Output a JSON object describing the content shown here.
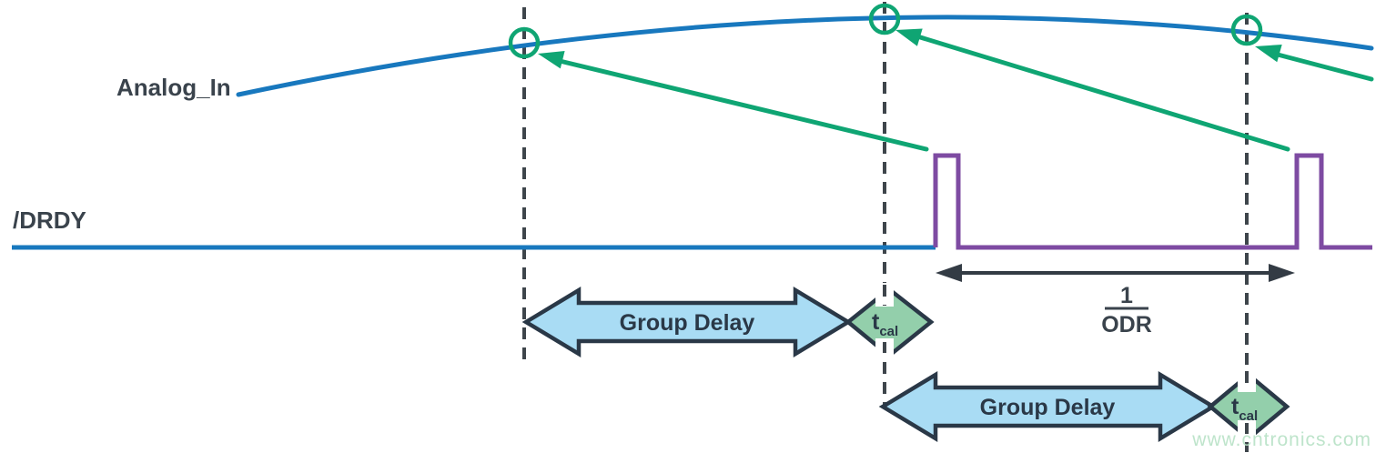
{
  "labels": {
    "analog_in": "Analog_In",
    "drdy": "/DRDY",
    "group_delay": "Group Delay",
    "t_cal_main": "t",
    "t_cal_sub": "cal"
  },
  "odr_fraction": {
    "numerator": "1",
    "denominator": "ODR"
  },
  "watermark": {
    "text": "www.cntronics.com"
  },
  "colors": {
    "signal_blue": "#1878BE",
    "pulse_purple": "#7E4BA2",
    "marker_green": "#0FA573",
    "group_delay_fill": "#A9DCF4",
    "tcal_fill": "#93CFAB",
    "outline_navy": "#2A3847",
    "label_text": "#3A434C",
    "dashed_gray": "#3E454B",
    "odr_arrow_black": "#333B44",
    "watermark_green": "#B7E2C6",
    "background": "#FFFFFF"
  }
}
